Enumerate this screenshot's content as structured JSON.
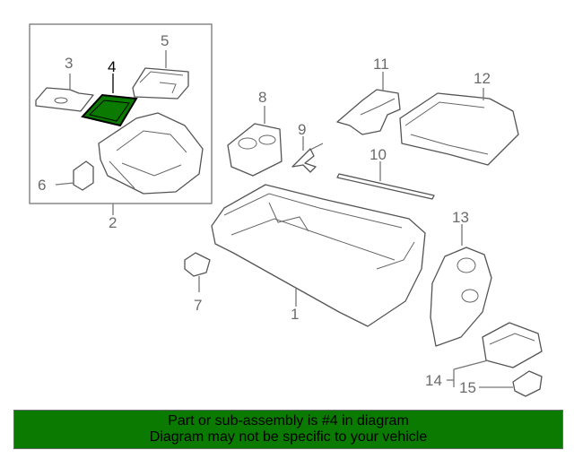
{
  "diagram": {
    "callouts": {
      "c1": "1",
      "c2": "2",
      "c3": "3",
      "c4": "4",
      "c5": "5",
      "c6": "6",
      "c7": "7",
      "c8": "8",
      "c9": "9",
      "c10": "10",
      "c11": "11",
      "c12": "12",
      "c13": "13",
      "c14": "14",
      "c15": "15"
    },
    "highlighted_part": "4"
  },
  "banner": {
    "line1": "Part or sub-assembly is #4 in diagram",
    "line2": "Diagram may not be specific to your vehicle",
    "background": "#0a7a00"
  }
}
